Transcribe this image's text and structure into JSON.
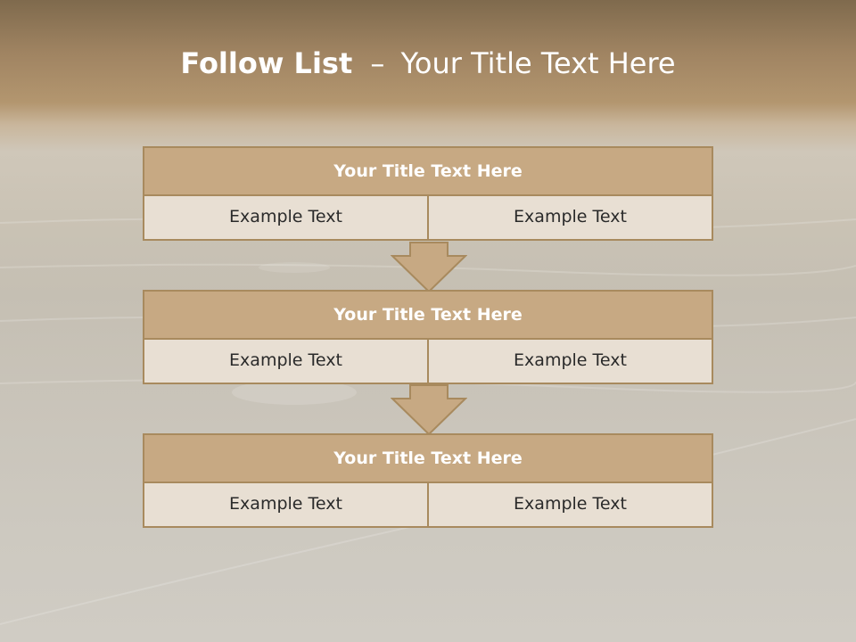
{
  "slide": {
    "title_bold": "Follow List",
    "title_separator": "–",
    "title_rest": "Your Title Text Here"
  },
  "steps": [
    {
      "title": "Your Title Text Here",
      "left": "Example Text",
      "right": "Example Text"
    },
    {
      "title": "Your Title Text Here",
      "left": "Example Text",
      "right": "Example Text"
    },
    {
      "title": "Your Title Text Here",
      "left": "Example Text",
      "right": "Example Text"
    }
  ],
  "colors": {
    "header_fill": "#c7a983",
    "cell_fill": "#e8dfd3",
    "border": "#a88a5e",
    "arrow_fill": "#c7a983"
  }
}
